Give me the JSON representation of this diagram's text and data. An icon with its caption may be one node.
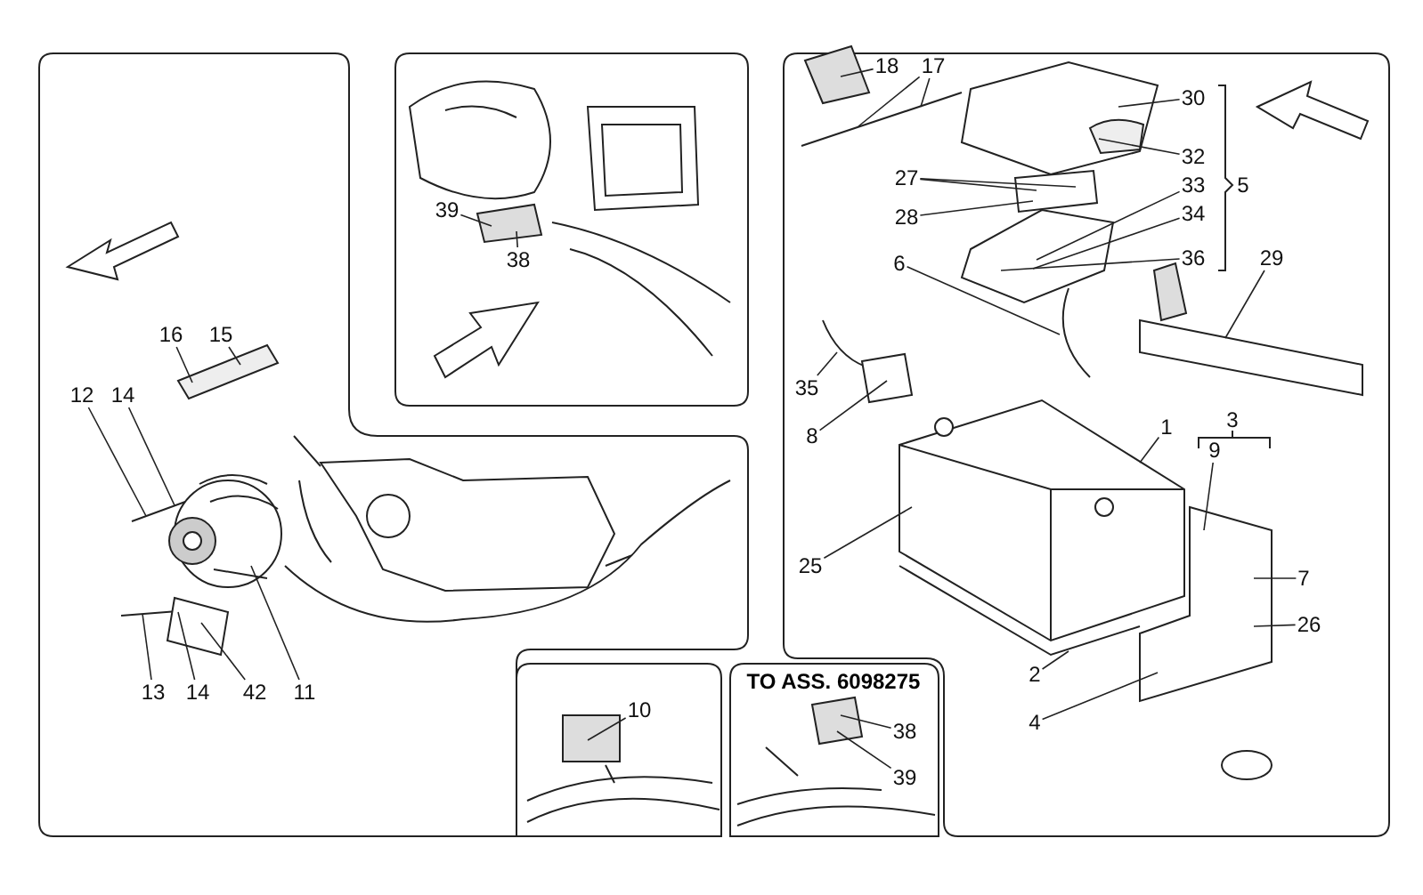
{
  "diagram": {
    "nodes": [
      {
        "text": [],
        "shape": "box"
      },
      {
        "text": [],
        "shape": "box"
      },
      {
        "text": [],
        "shape": "box"
      },
      {
        "text": [],
        "shape": "box"
      },
      {
        "text": [
          "TO ASS. 6098275"
        ]
      },
      {
        "text": [
          "16"
        ],
        "in": 0
      },
      {
        "text": [
          "15"
        ],
        "in": 0
      },
      {
        "text": [
          "12"
        ],
        "in": 0
      },
      {
        "text": [
          "14"
        ],
        "in": 0
      },
      {
        "text": [
          "13"
        ],
        "in": 0
      },
      {
        "text": [
          "14"
        ],
        "in": 0
      },
      {
        "text": [
          "42"
        ],
        "in": 0
      },
      {
        "text": [
          "11"
        ],
        "in": 0
      },
      {
        "text": [
          "39"
        ],
        "in": 1
      },
      {
        "text": [
          "38"
        ],
        "in": 1
      },
      {
        "text": [
          "18"
        ],
        "in": 2
      },
      {
        "text": [
          "17"
        ],
        "in": 2
      },
      {
        "text": [
          "30"
        ],
        "in": 2
      },
      {
        "text": [
          "32"
        ],
        "in": 2
      },
      {
        "text": [
          "5"
        ],
        "in": 2
      },
      {
        "text": [
          "27"
        ],
        "in": 2
      },
      {
        "text": [
          "33"
        ],
        "in": 2
      },
      {
        "text": [
          "28"
        ],
        "in": 2
      },
      {
        "text": [
          "34"
        ],
        "in": 2
      },
      {
        "text": [
          "6"
        ],
        "in": 2
      },
      {
        "text": [
          "36"
        ],
        "in": 2
      },
      {
        "text": [
          "29"
        ],
        "in": 2
      },
      {
        "text": [
          "35"
        ],
        "in": 2
      },
      {
        "text": [
          "8"
        ],
        "in": 2
      },
      {
        "text": [
          "1"
        ],
        "in": 2
      },
      {
        "text": [
          "3"
        ],
        "in": 2
      },
      {
        "text": [
          "9"
        ],
        "in": 2
      },
      {
        "text": [
          "25"
        ],
        "in": 2
      },
      {
        "text": [
          "7"
        ],
        "in": 2
      },
      {
        "text": [
          "26"
        ],
        "in": 2
      },
      {
        "text": [
          "2"
        ],
        "in": 2
      },
      {
        "text": [
          "4"
        ],
        "in": 2
      },
      {
        "text": [
          "10"
        ],
        "in": 3
      },
      {
        "text": [
          "38"
        ],
        "in": 4
      },
      {
        "text": [
          "39"
        ],
        "in": 4
      }
    ],
    "edges": [
      {
        "from": 5,
        "to": null,
        "arrow": "none"
      },
      {
        "from": 6,
        "to": null,
        "arrow": "none"
      },
      {
        "from": 7,
        "to": null,
        "arrow": "none"
      },
      {
        "from": 8,
        "to": null,
        "arrow": "none"
      },
      {
        "from": 9,
        "to": null,
        "arrow": "none"
      },
      {
        "from": 10,
        "to": null,
        "arrow": "none"
      },
      {
        "from": 11,
        "to": null,
        "arrow": "none"
      },
      {
        "from": 12,
        "to": null,
        "arrow": "none"
      },
      {
        "from": 13,
        "to": null,
        "arrow": "none"
      },
      {
        "from": 14,
        "to": null,
        "arrow": "none"
      },
      {
        "from": 15,
        "to": null,
        "arrow": "none"
      },
      {
        "from": 16,
        "to": null,
        "arrow": "none"
      },
      {
        "from": 16,
        "to": null,
        "arrow": "none"
      },
      {
        "from": 17,
        "to": null,
        "arrow": "none"
      },
      {
        "from": 18,
        "to": null,
        "arrow": "none"
      },
      {
        "from": 20,
        "to": null,
        "arrow": "none"
      },
      {
        "from": 20,
        "to": null,
        "arrow": "none"
      },
      {
        "from": 21,
        "to": null,
        "arrow": "none"
      },
      {
        "from": 22,
        "to": null,
        "arrow": "none"
      },
      {
        "from": 23,
        "to": null,
        "arrow": "none"
      },
      {
        "from": 24,
        "to": null,
        "arrow": "none"
      },
      {
        "from": 25,
        "to": null,
        "arrow": "none"
      },
      {
        "from": 26,
        "to": null,
        "arrow": "none"
      },
      {
        "from": 27,
        "to": null,
        "arrow": "none"
      },
      {
        "from": 28,
        "to": null,
        "arrow": "none"
      },
      {
        "from": 29,
        "to": null,
        "arrow": "none"
      },
      {
        "from": 31,
        "to": null,
        "arrow": "none"
      },
      {
        "from": 32,
        "to": null,
        "arrow": "none"
      },
      {
        "from": 33,
        "to": null,
        "arrow": "none"
      },
      {
        "from": 34,
        "to": null,
        "arrow": "none"
      },
      {
        "from": 35,
        "to": null,
        "arrow": "none"
      },
      {
        "from": 36,
        "to": null,
        "arrow": "none"
      },
      {
        "from": 37,
        "to": null,
        "arrow": "none"
      },
      {
        "from": 38,
        "to": null,
        "arrow": "none"
      },
      {
        "from": 39,
        "to": null,
        "arrow": "none"
      }
    ]
  }
}
